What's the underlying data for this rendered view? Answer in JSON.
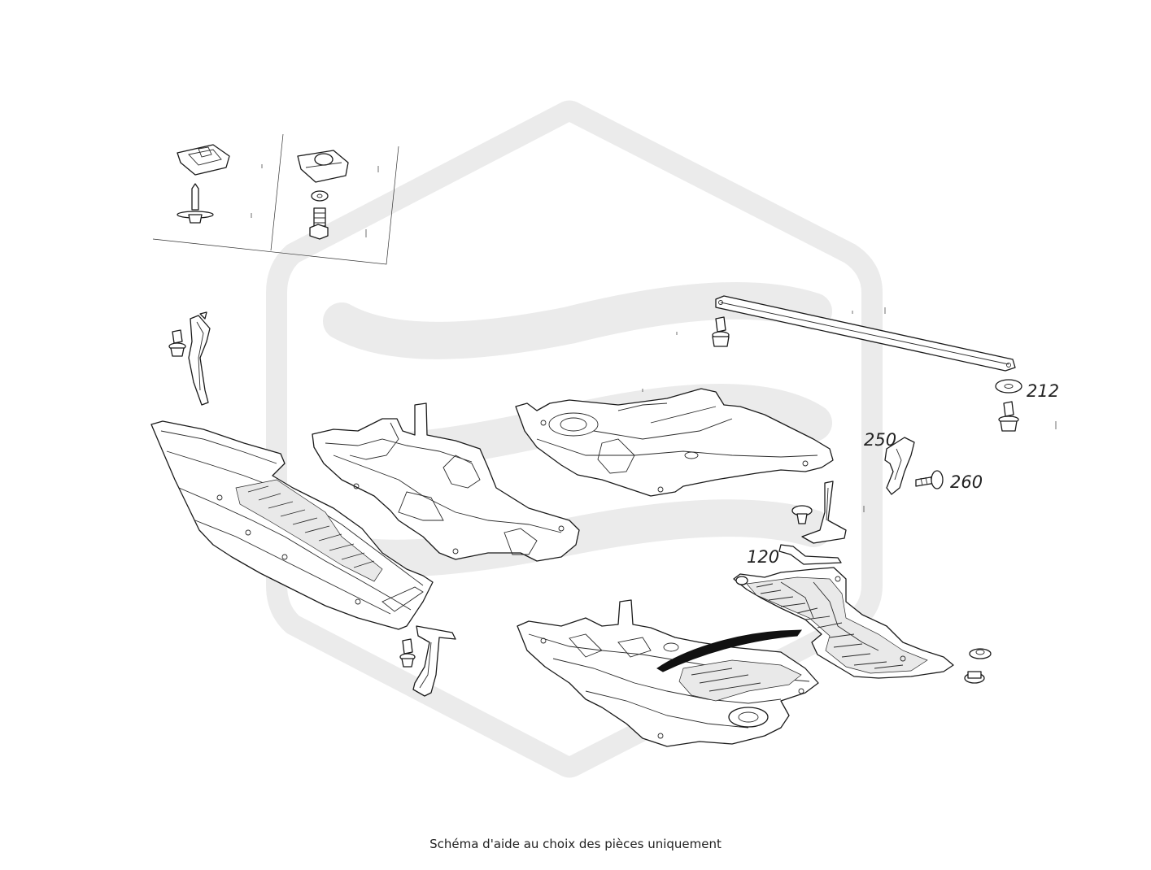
{
  "callouts": {
    "c212": "212",
    "c250": "250",
    "c260": "260",
    "c120": "120"
  },
  "caption": "Schéma d'aide au choix des pièces uniquement",
  "colors": {
    "line": "#1a1a1a",
    "watermark": "#ebebeb",
    "background": "#ffffff"
  }
}
